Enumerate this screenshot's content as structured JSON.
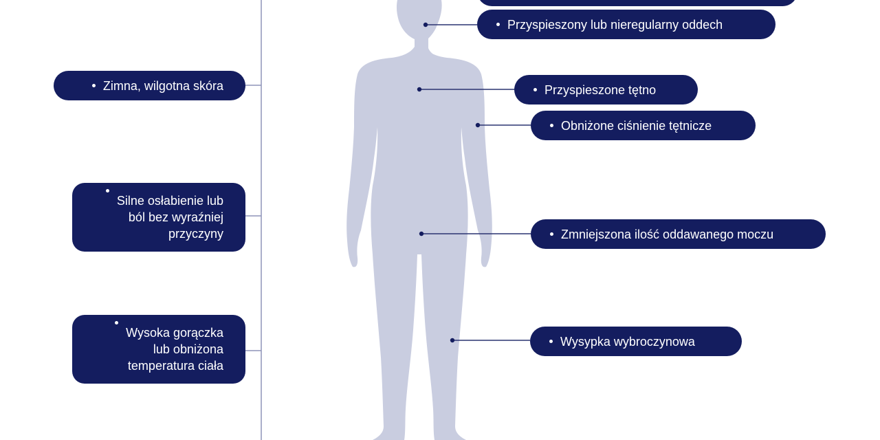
{
  "colors": {
    "silhouette": "#c9cde0",
    "pill_background": "#141d5f",
    "pill_text": "#ffffff",
    "connector": "#2a3370",
    "vertical_rule": "#8e93b8"
  },
  "left_symptoms": [
    {
      "text": "Zimna, wilgotna skóra"
    },
    {
      "text": "Silne osłabienie lub\nból bez wyraźniej\nprzyczyny"
    },
    {
      "text": "Wysoka gorączka\nlub obniżona\ntemperatura ciała"
    }
  ],
  "right_symptoms": [
    {
      "text": ""
    },
    {
      "text": "Przyspieszony lub nieregularny oddech"
    },
    {
      "text": "Przyspieszone tętno"
    },
    {
      "text": "Obniżone ciśnienie tętnicze"
    },
    {
      "text": "Zmniejszona ilość oddawanego moczu"
    },
    {
      "text": "Wysypka wybroczynowa"
    }
  ]
}
